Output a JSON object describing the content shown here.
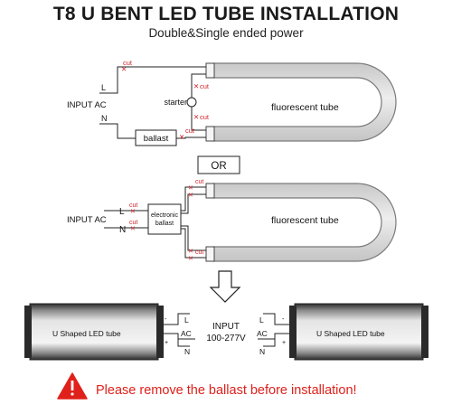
{
  "header": {
    "title": "T8 U BENT LED TUBE INSTALLATION",
    "subtitle": "Double&Single ended power"
  },
  "diagram1": {
    "input_label": "INPUT  AC",
    "live": "L",
    "neutral": "N",
    "starter": "starter",
    "ballast": "ballast",
    "tube": "fluorescent tube",
    "cut": "cut"
  },
  "or_label": "OR",
  "diagram2": {
    "input_label": "INPUT AC",
    "live": "L",
    "neutral": "N",
    "ballast_line1": "electronic",
    "ballast_line2": "ballast",
    "tube": "fluorescent tube",
    "cut": "cut"
  },
  "bottom": {
    "left_tube": "U Shaped LED tube",
    "right_tube": "U Shaped LED tube",
    "input_line1": "INPUT",
    "input_line2": "100-277V",
    "live": "L",
    "ac": "AC",
    "neutral": "N",
    "minus": "-",
    "plus": "+"
  },
  "warning": {
    "text": "Please remove the ballast before installation!",
    "icon": "warning-triangle-icon",
    "color": "#e0201b"
  },
  "colors": {
    "tube_fill": "#dcdcdc",
    "cut_mark": "#d2232a"
  }
}
